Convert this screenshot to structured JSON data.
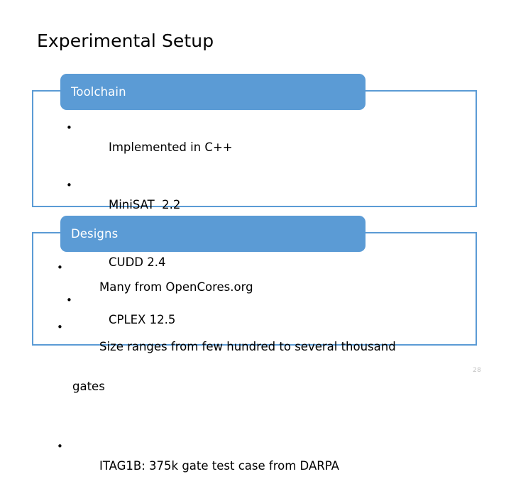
{
  "slide": {
    "title": "Experimental Setup",
    "page_number": "28",
    "accent_color": "#5B9BD5",
    "border_color": "#5B9BD5",
    "header_text_color": "#FFFFFF",
    "body_text_color": "#000000",
    "background_color": "#FFFFFF",
    "page_number_color": "#C3C3C3"
  },
  "groups": [
    {
      "header": "Toolchain",
      "bullets": [
        {
          "text": "Implemented in C++"
        },
        {
          "text": "MiniSAT  2.2"
        },
        {
          "text": "CUDD 2.4"
        },
        {
          "text": "CPLEX 12.5"
        }
      ]
    },
    {
      "header": "Designs",
      "bullets": [
        {
          "text": "Many from OpenCores.org"
        },
        {
          "text": "Size ranges from few hundred to several thousand",
          "continuation": "gates"
        },
        {
          "text": "ITAG1B: 375k gate test case from DARPA"
        }
      ]
    }
  ]
}
